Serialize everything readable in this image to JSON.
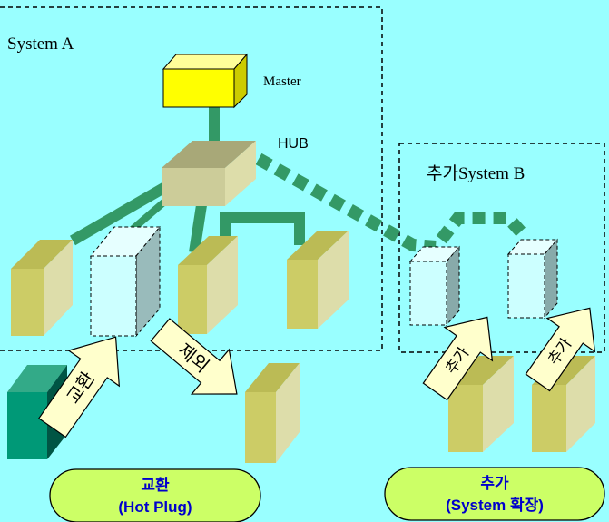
{
  "labels": {
    "system_a": "System A",
    "master": "Master",
    "hub": "HUB",
    "system_b": "추가System B"
  },
  "arrows": {
    "swap": "교환",
    "remove": "제외",
    "add_1": "추가",
    "add_2": "추가"
  },
  "badges": {
    "hot_plug_line1": "교환",
    "hot_plug_line2": "(Hot Plug)",
    "expand_line1": "추가",
    "expand_line2": "(System 확장)"
  },
  "colors": {
    "background": "#99ffff",
    "cable": "#339966",
    "badge_fill": "#ccff66",
    "badge_text": "#0000cc",
    "device_olive": "#cccc66",
    "device_teal": "#008866",
    "master_yellow": "#ffff00",
    "new_device": "#ccffff",
    "arrow_fill": "#ffffcc"
  }
}
